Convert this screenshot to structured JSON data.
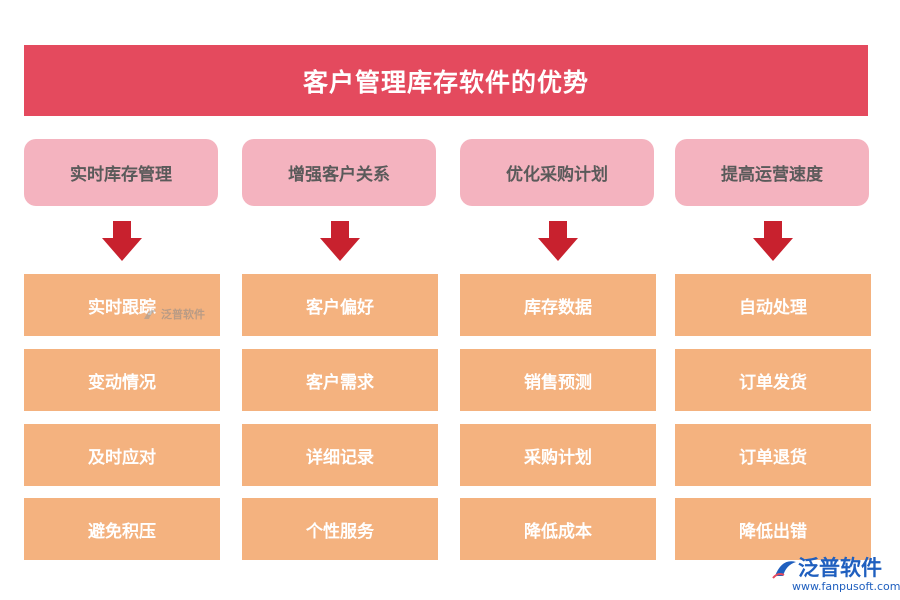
{
  "title": "客户管理库存软件的优势",
  "columns": [
    {
      "header": "实时库存管理",
      "items": [
        "实时跟踪",
        "变动情况",
        "及时应对",
        "避免积压"
      ]
    },
    {
      "header": "增强客户关系",
      "items": [
        "客户偏好",
        "客户需求",
        "详细记录",
        "个性服务"
      ]
    },
    {
      "header": "优化采购计划",
      "items": [
        "库存数据",
        "销售预测",
        "采购计划",
        "降低成本"
      ]
    },
    {
      "header": "提高运营速度",
      "items": [
        "自动处理",
        "订单发货",
        "订单退货",
        "降低出错"
      ]
    }
  ],
  "watermark": {
    "text": "泛普软件"
  },
  "logo": {
    "name": "泛普软件",
    "url": "www.fanpusoft.com"
  },
  "colors": {
    "title_bg": "#e44a5e",
    "header_bg": "#f4b3bf",
    "item_bg": "#f4b27f",
    "arrow": "#c8212e",
    "logo": "#1f5fbf"
  }
}
